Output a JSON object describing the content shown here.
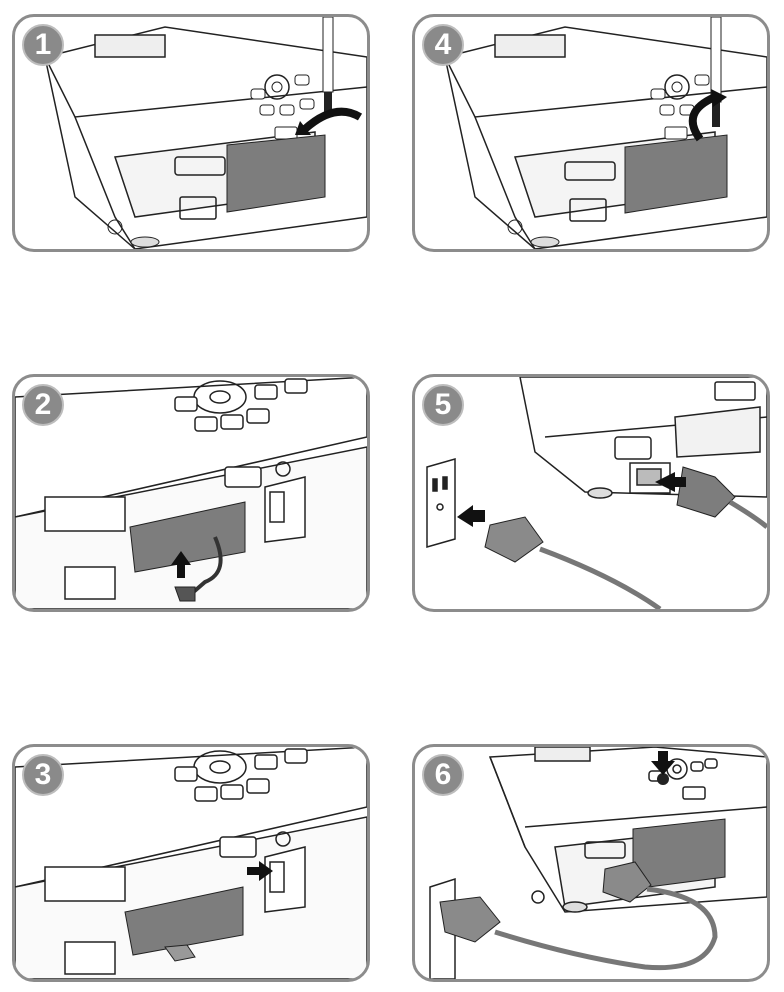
{
  "steps": [
    {
      "number": "1",
      "action": "unscrew-cover"
    },
    {
      "number": "2",
      "action": "connect-cable"
    },
    {
      "number": "3",
      "action": "insert-dongle"
    },
    {
      "number": "4",
      "action": "tighten-screw"
    },
    {
      "number": "5",
      "action": "plug-power-cord"
    },
    {
      "number": "6",
      "action": "press-power-button"
    }
  ],
  "colors": {
    "frame": "#8c8c8c",
    "badge": "#8a8a8a",
    "line": "#222222",
    "module": "#7d7d7d",
    "arrow": "#111111"
  }
}
